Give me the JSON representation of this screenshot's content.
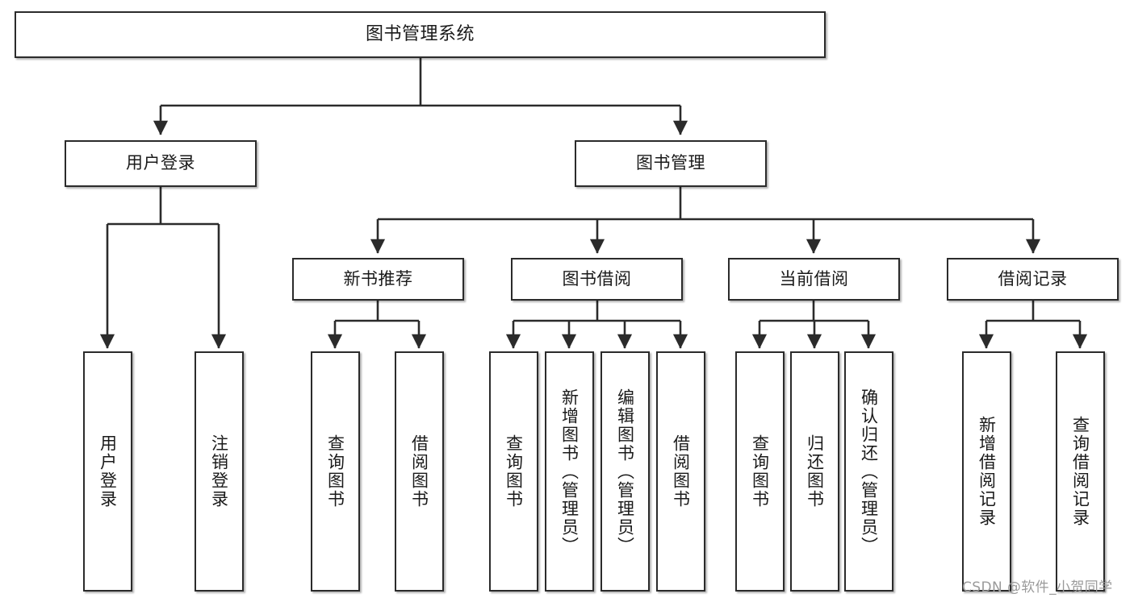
{
  "diagram": {
    "type": "tree",
    "orientation": "top-down",
    "root": {
      "id": "root",
      "label": "图书管理系统"
    },
    "level1": [
      {
        "id": "user-login",
        "label": "用户登录"
      },
      {
        "id": "book-manage",
        "label": "图书管理"
      }
    ],
    "level2": [
      {
        "id": "new-book-rec",
        "label": "新书推荐",
        "parent": "book-manage"
      },
      {
        "id": "book-borrow",
        "label": "图书借阅",
        "parent": "book-manage"
      },
      {
        "id": "current-borrow",
        "label": "当前借阅",
        "parent": "book-manage"
      },
      {
        "id": "borrow-record",
        "label": "借阅记录",
        "parent": "book-manage"
      }
    ],
    "leaves": [
      {
        "id": "leaf-user-login",
        "label": "用户登录",
        "parent": "user-login"
      },
      {
        "id": "leaf-user-logout",
        "label": "注销登录",
        "parent": "user-login"
      },
      {
        "id": "leaf-rec-query",
        "label": "查询图书",
        "parent": "new-book-rec"
      },
      {
        "id": "leaf-rec-borrow",
        "label": "借阅图书",
        "parent": "new-book-rec"
      },
      {
        "id": "leaf-borrow-query",
        "label": "查询图书",
        "parent": "book-borrow"
      },
      {
        "id": "leaf-borrow-add",
        "label": "新增图书（管理员）",
        "parent": "book-borrow"
      },
      {
        "id": "leaf-borrow-edit",
        "label": "编辑图书（管理员）",
        "parent": "book-borrow"
      },
      {
        "id": "leaf-borrow-lend",
        "label": "借阅图书",
        "parent": "book-borrow"
      },
      {
        "id": "leaf-cur-query",
        "label": "查询图书",
        "parent": "current-borrow"
      },
      {
        "id": "leaf-cur-return",
        "label": "归还图书",
        "parent": "current-borrow"
      },
      {
        "id": "leaf-cur-confirm",
        "label": "确认归还（管理员）",
        "parent": "current-borrow"
      },
      {
        "id": "leaf-rec-add",
        "label": "新增借阅记录",
        "parent": "borrow-record"
      },
      {
        "id": "leaf-rec-query-record",
        "label": "查询借阅记录",
        "parent": "borrow-record"
      }
    ],
    "colors": {
      "stroke": "#2b2b2b",
      "fill": "#ffffff",
      "text": "#1a1a1a",
      "watermark": "#9a9a9a"
    }
  },
  "watermark": {
    "text": "CSDN @软件_小贺同学"
  }
}
